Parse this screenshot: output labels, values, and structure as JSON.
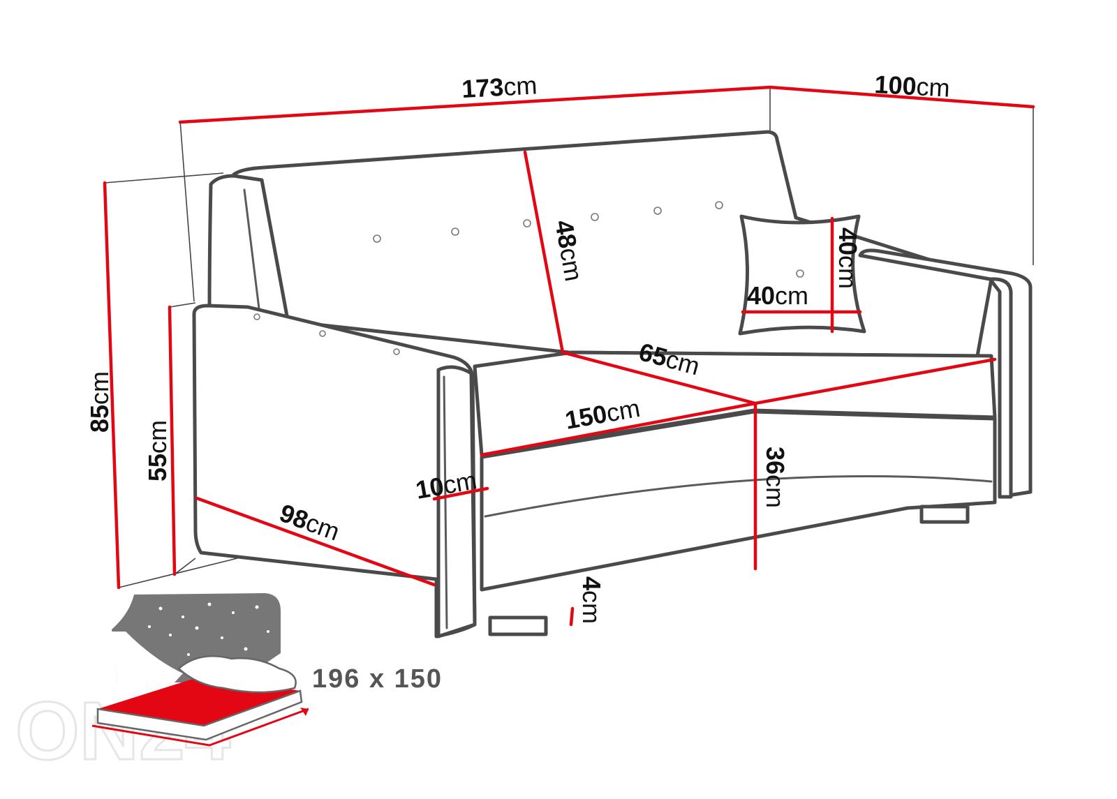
{
  "accent_color": "#e30613",
  "line_color": "#4a4a4a",
  "unit": "cm",
  "dimensions": {
    "total_width": "173",
    "depth": "100",
    "total_height": "85",
    "armrest_height": "55",
    "armrest_depth": "98",
    "armrest_width": "10",
    "backrest_height": "48",
    "seat_depth": "65",
    "seat_width": "150",
    "seat_height": "36",
    "leg_height": "4",
    "pillow_width": "40",
    "pillow_height": "40"
  },
  "bed_size": "196 x 150",
  "bed_icons": [
    "stars-icon",
    "pillow-icon",
    "mattress-icon"
  ],
  "watermark": "ON24"
}
